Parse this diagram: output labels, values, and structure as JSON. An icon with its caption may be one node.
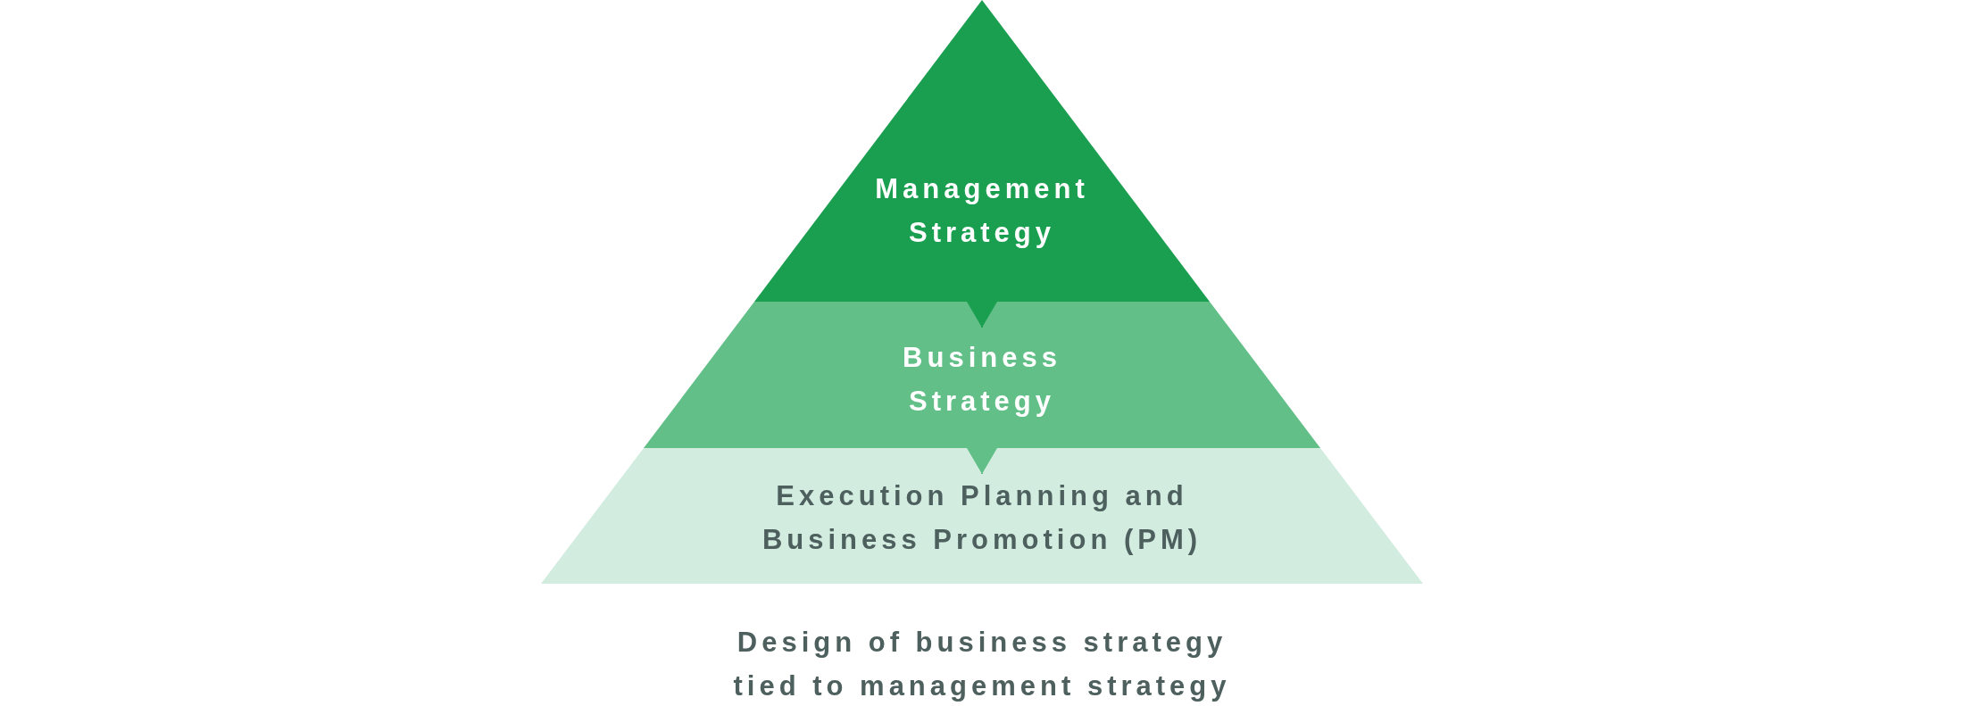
{
  "diagram": {
    "nodes": [
      {
        "text": [
          "Management Strategy"
        ]
      },
      {
        "text": [
          "Business Strategy"
        ]
      },
      {
        "text": [
          "Execution Planning and Business Promotion (PM)"
        ]
      }
    ],
    "edges": [
      {
        "from": 0,
        "to": 1,
        "arrow": "to"
      },
      {
        "from": 1,
        "to": 2,
        "arrow": "to"
      }
    ],
    "caption": "Design of business strategy tied to management strategy"
  }
}
